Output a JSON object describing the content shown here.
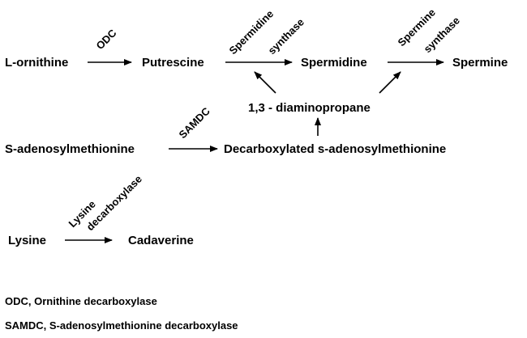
{
  "nodes": {
    "ornithine": "L-ornithine",
    "putrescine": "Putrescine",
    "spermidine": "Spermidine",
    "spermine": "Spermine",
    "diaminopropane": "1,3 - diaminopropane",
    "sam": "S-adenosylmethionine",
    "dcsam": "Decarboxylated s-adenosylmethionine",
    "lysine": "Lysine",
    "cadaverine": "Cadaverine"
  },
  "enzymes": {
    "odc": "ODC",
    "spermidine_synthase_1": "Spermidine",
    "spermidine_synthase_2": "synthase",
    "spermine_synthase_1": "Spermine",
    "spermine_synthase_2": "synthase",
    "samdc": "SAMDC",
    "lysine_decarboxylase_1": "Lysine",
    "lysine_decarboxylase_2": "decarboxylase"
  },
  "legend": {
    "odc": "ODC, Ornithine decarboxylase",
    "samdc": "SAMDC, S-adenosylmethionine decarboxylase"
  }
}
